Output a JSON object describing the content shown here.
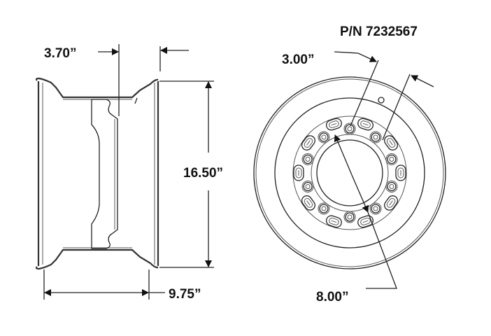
{
  "part_number": "P/N 7232567",
  "side_view": {
    "offset_label": "3.70”",
    "diameter_label": "16.50”",
    "width_label": "9.75”"
  },
  "front_view": {
    "bolt_spacing_label": "3.00”",
    "bolt_circle_label": "8.00”",
    "bolt_count": 10,
    "slot_count": 10
  }
}
